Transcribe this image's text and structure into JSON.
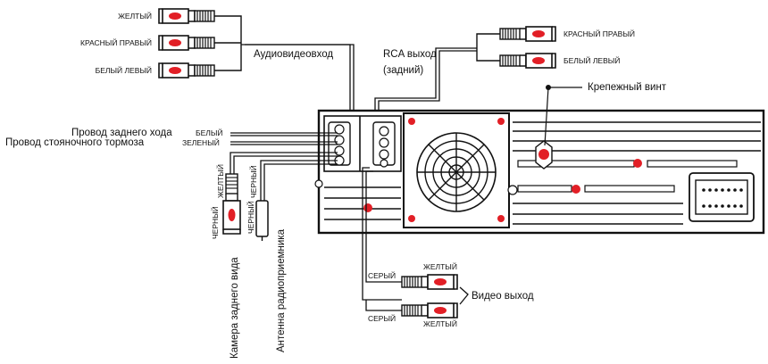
{
  "colors": {
    "outline": "#111111",
    "accent": "#e21f26",
    "background": "#ffffff"
  },
  "labels": {
    "audio_in": {
      "yellow": "ЖЕЛТЫЙ",
      "red_right": "КРАСНЫЙ ПРАВЫЙ",
      "white_left": "БЕЛЫЙ ЛЕВЫЙ",
      "title": "Аудиовидеовход"
    },
    "rca_out": {
      "red_right": "КРАСНЫЙ ПРАВЫЙ",
      "white_left": "БЕЛЫЙ ЛЕВЫЙ",
      "title_line1": "RCA выход",
      "title_line2": "(задний)"
    },
    "mount_screw": "Крепежный винт",
    "reverse_wire": "Провод заднего хода",
    "reverse_wire_color": "БЕЛЫЙ",
    "parking_wire": "Провод стояночного тормоза",
    "parking_wire_color": "ЗЕЛЕНЫЙ",
    "camera": {
      "yellow": "ЖЕЛТЫЙ",
      "black": "ЧЕРНЫЙ",
      "title": "Камера заднего вида"
    },
    "antenna": {
      "black": "ЧЕРНЫЙ",
      "title": "Антенна радиоприемника"
    },
    "video_out": {
      "gray_top": "СЕРЫЙ",
      "yellow_top": "ЖЕЛТЫЙ",
      "gray_bottom": "СЕРЫЙ",
      "yellow_bottom": "ЖЕЛТЫЙ",
      "title": "Видео выход"
    }
  }
}
